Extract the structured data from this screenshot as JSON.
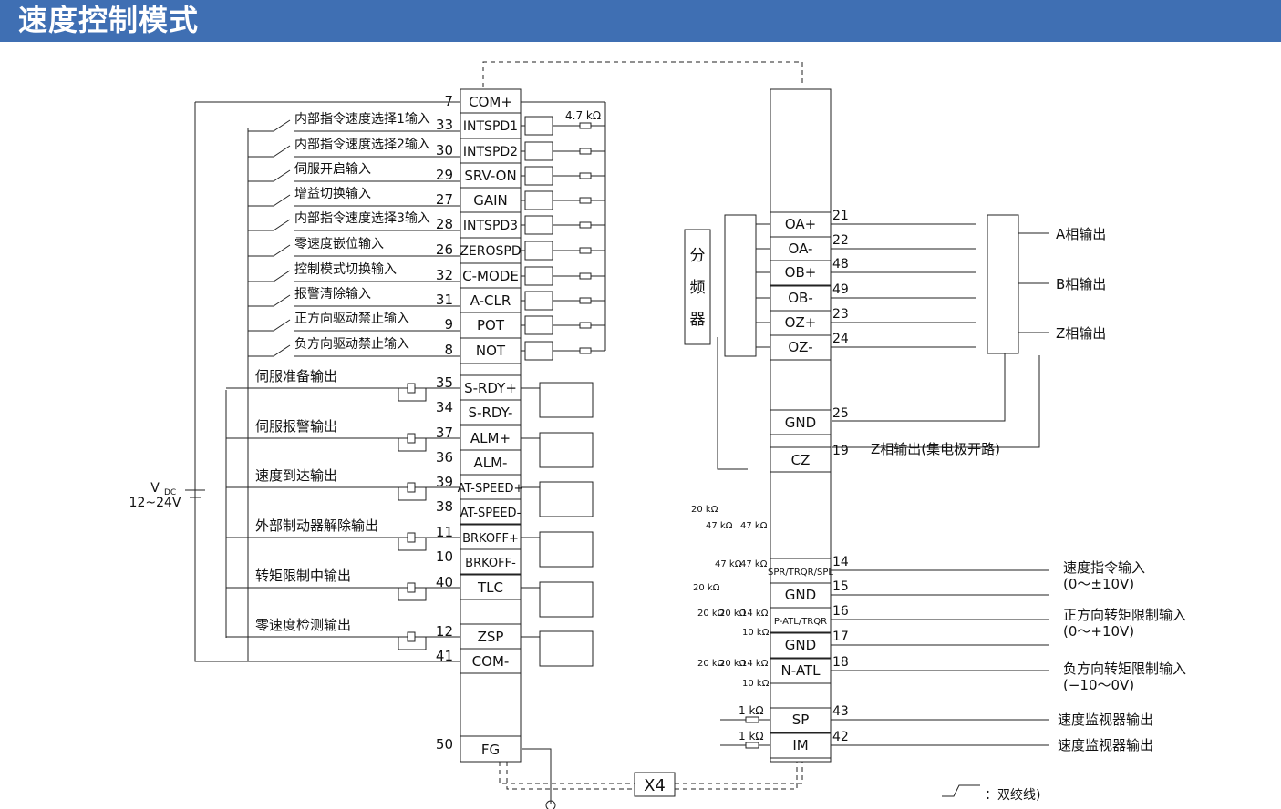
{
  "title": "速度控制模式",
  "left_connector": {
    "pins": [
      {
        "num": "7",
        "name": "COM+"
      },
      {
        "num": "33",
        "name": "INTSPD1",
        "desc": "内部指令速度选择1输入"
      },
      {
        "num": "30",
        "name": "INTSPD2",
        "desc": "内部指令速度选择2输入"
      },
      {
        "num": "29",
        "name": "SRV-ON",
        "desc": "伺服开启输入"
      },
      {
        "num": "27",
        "name": "GAIN",
        "desc": "增益切换输入"
      },
      {
        "num": "28",
        "name": "INTSPD3",
        "desc": "内部指令速度选择3输入"
      },
      {
        "num": "26",
        "name": "ZEROSPD",
        "desc": "零速度嵌位输入"
      },
      {
        "num": "32",
        "name": "C-MODE",
        "desc": "控制模式切换输入"
      },
      {
        "num": "31",
        "name": "A-CLR",
        "desc": "报警清除输入"
      },
      {
        "num": "9",
        "name": "POT",
        "desc": "正方向驱动禁止输入"
      },
      {
        "num": "8",
        "name": "NOT",
        "desc": "负方向驱动禁止输入"
      }
    ],
    "resistor": "4.7 kΩ",
    "outputs": [
      {
        "desc": "伺服准备输出",
        "pins": [
          {
            "num": "35",
            "name": "S-RDY+"
          },
          {
            "num": "34",
            "name": "S-RDY-"
          }
        ]
      },
      {
        "desc": "伺服报警输出",
        "pins": [
          {
            "num": "37",
            "name": "ALM+"
          },
          {
            "num": "36",
            "name": "ALM-"
          }
        ]
      },
      {
        "desc": "速度到达输出",
        "pins": [
          {
            "num": "39",
            "name": "AT-SPEED+"
          },
          {
            "num": "38",
            "name": "AT-SPEED-"
          }
        ]
      },
      {
        "desc": "外部制动器解除输出",
        "pins": [
          {
            "num": "11",
            "name": "BRKOFF+"
          },
          {
            "num": "10",
            "name": "BRKOFF-"
          }
        ]
      },
      {
        "desc": "转矩限制中输出",
        "pins": [
          {
            "num": "40",
            "name": "TLC"
          }
        ]
      },
      {
        "desc": "零速度检测输出",
        "pins": [
          {
            "num": "12",
            "name": "ZSP"
          },
          {
            "num": "41",
            "name": "COM-"
          }
        ]
      }
    ],
    "fg": {
      "num": "50",
      "name": "FG"
    },
    "vdc": {
      "label": "V",
      "sub": "DC",
      "range": "12~24V"
    }
  },
  "right_connector": {
    "divider": [
      "分",
      "频",
      "器"
    ],
    "encoder_pins": [
      {
        "num": "21",
        "name": "OA+"
      },
      {
        "num": "22",
        "name": "OA-"
      },
      {
        "num": "48",
        "name": "OB+"
      },
      {
        "num": "49",
        "name": "OB-"
      },
      {
        "num": "23",
        "name": "OZ+"
      },
      {
        "num": "24",
        "name": "OZ-"
      }
    ],
    "phase_outputs": [
      "A相输出",
      "B相输出",
      "Z相输出"
    ],
    "gnd25": {
      "num": "25",
      "name": "GND"
    },
    "cz": {
      "num": "19",
      "name": "CZ",
      "desc": "Z相输出(集电极开路)"
    },
    "analog_pins": [
      {
        "num": "14",
        "name": "SPR/TRQR/SPL"
      },
      {
        "num": "15",
        "name": "GND"
      },
      {
        "num": "16",
        "name": "P-ATL/TRQR"
      },
      {
        "num": "17",
        "name": "GND"
      },
      {
        "num": "18",
        "name": "N-ATL"
      }
    ],
    "analog_labels": [
      {
        "line1": "速度指令输入",
        "line2": "(0～±10V)"
      },
      {
        "line1": "正方向转矩限制输入",
        "line2": "(0～+10V)"
      },
      {
        "line1": "负方向转矩限制输入",
        "line2": "(−10～0V)"
      }
    ],
    "resistors": {
      "r20k": "20 kΩ",
      "r47k": "47 kΩ",
      "r14k": "14 kΩ",
      "r10k": "10 kΩ",
      "r1k": "1 kΩ"
    },
    "monitor_pins": [
      {
        "num": "43",
        "name": "SP",
        "desc": "速度监视器输出"
      },
      {
        "num": "42",
        "name": "IM",
        "desc": "速度监视器输出"
      }
    ]
  },
  "x4": "X4",
  "legend": "：双绞线)"
}
